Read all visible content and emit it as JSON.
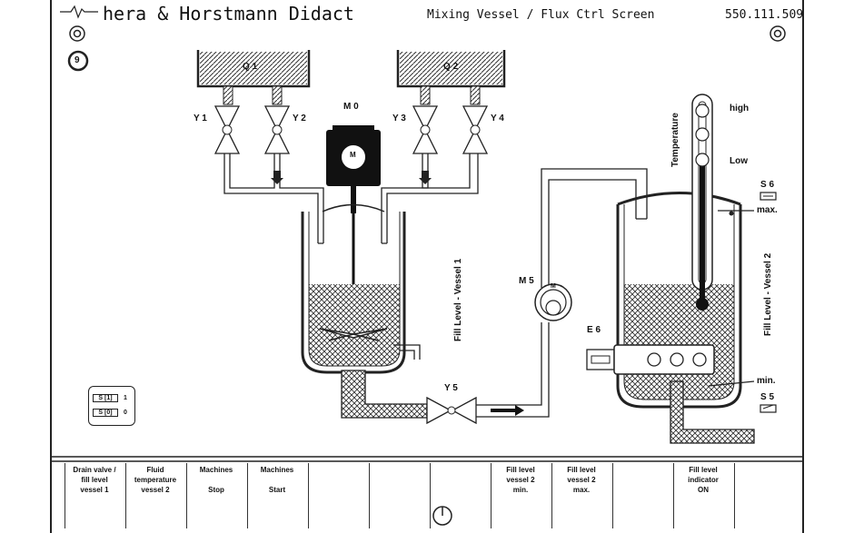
{
  "header": {
    "brand": "hera & Horstmann Didact",
    "screen_title": "Mixing Vessel / Flux Ctrl Screen",
    "doc_number": "550.111.509"
  },
  "badge": {
    "value": "9"
  },
  "tanks": {
    "q1": "Q 1",
    "q2": "Q 2"
  },
  "valves": {
    "y1": "Y 1",
    "y2": "Y 2",
    "y3": "Y 3",
    "y4": "Y 4",
    "y5": "Y 5"
  },
  "motors": {
    "m0": "M 0",
    "m0_symbol": "M",
    "m5": "M 5",
    "m5_symbol": "M"
  },
  "heater": {
    "label": "E 6"
  },
  "vessel1": {
    "fill_label": "Fill Level - Vessel 1"
  },
  "vessel2": {
    "fill_label": "Fill Level - Vessel 2"
  },
  "thermometer": {
    "title": "Temperature",
    "high": "high",
    "low": "Low"
  },
  "switches": {
    "s6": "S 6",
    "s5": "S 5",
    "max": "max.",
    "min": "min."
  },
  "status_box": {
    "row1_key": "S [1]",
    "row1_val": "1",
    "row2_key": "S [0]",
    "row2_val": "0"
  },
  "softkeys": [
    {
      "label": "Drain valve /\nfill level\nvessel 1"
    },
    {
      "label": "Fluid\ntemperature\nvessel 2"
    },
    {
      "label": "Machines\n\nStop"
    },
    {
      "label": "Machines\n\nStart"
    },
    {
      "label": ""
    },
    {
      "label": ""
    },
    {
      "label": ""
    },
    {
      "label": "Fill level\nvessel 2\nmin."
    },
    {
      "label": "Fill level\nvessel 2\nmax."
    },
    {
      "label": ""
    },
    {
      "label": "Fill level\nindicator\nON"
    },
    {
      "label": ""
    }
  ]
}
